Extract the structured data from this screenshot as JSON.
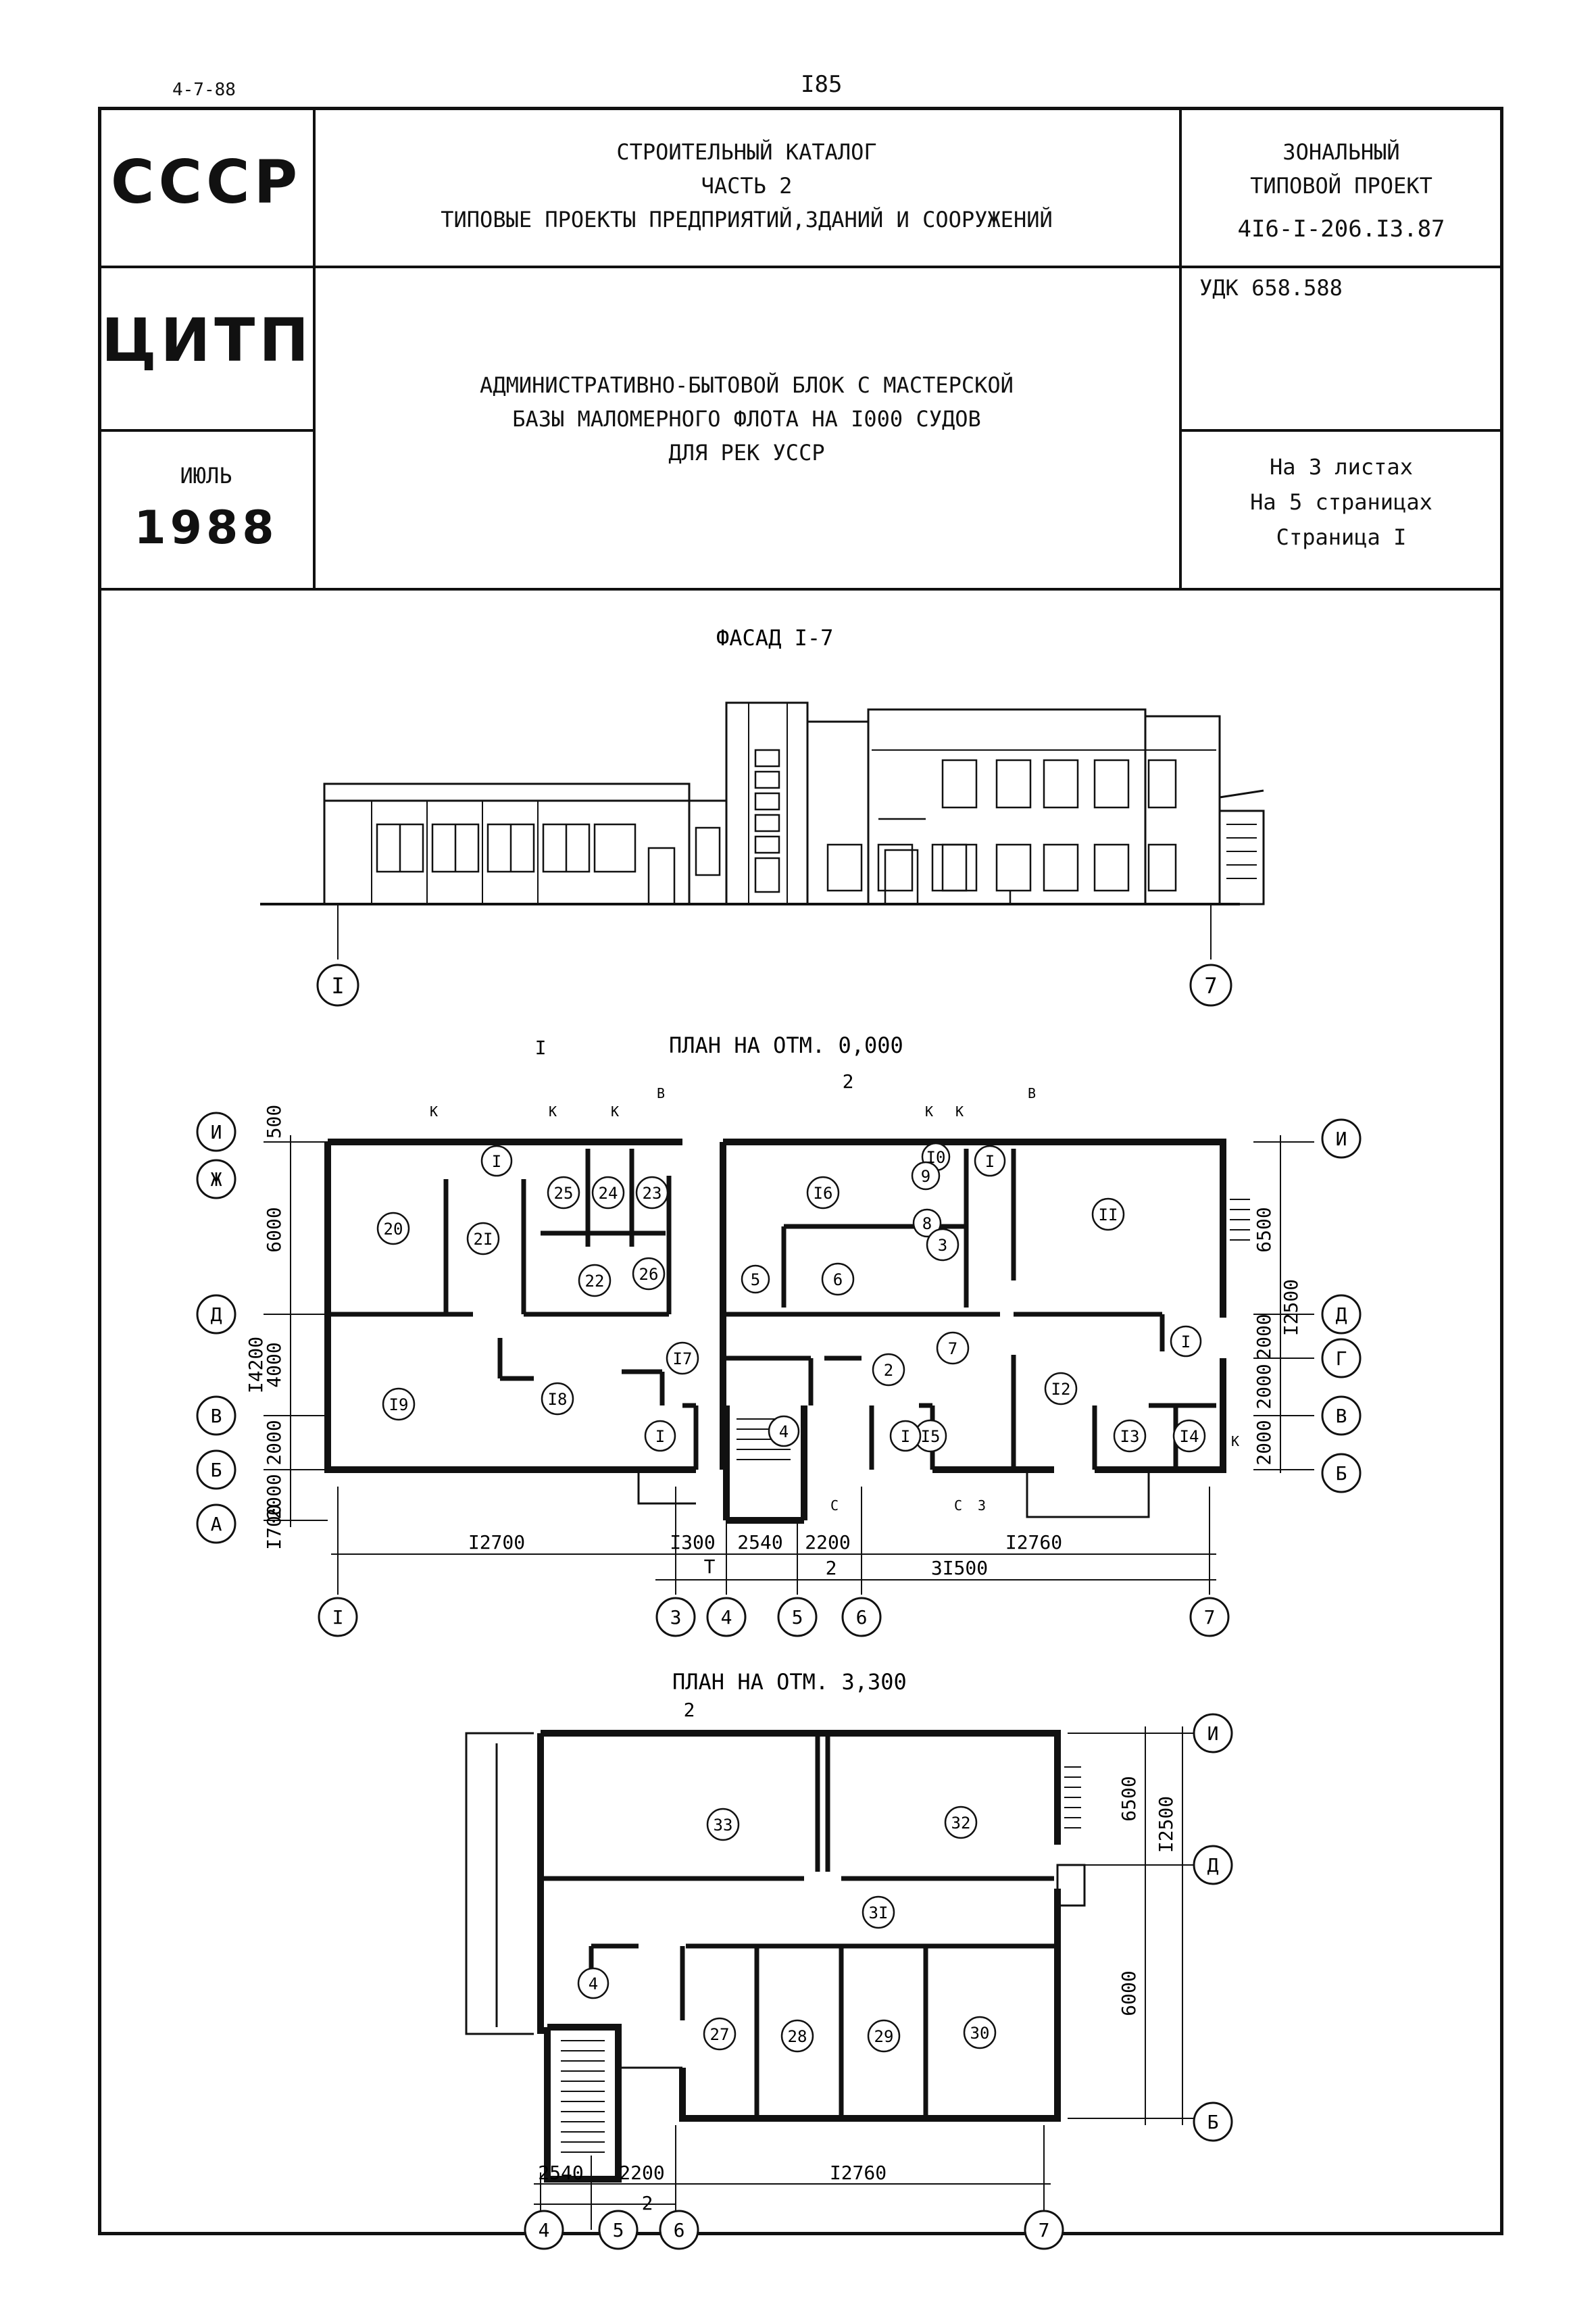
{
  "top_left_code": "4-7-88",
  "page_number": "I85",
  "header": {
    "country": "СССР",
    "org": "ЦИТП",
    "month": "ИЮЛЬ",
    "year": "1988",
    "catalog_lines": [
      "СТРОИТЕЛЬНЫЙ КАТАЛОГ",
      "ЧАСТЬ 2",
      "ТИПОВЫЕ ПРОЕКТЫ ПРЕДПРИЯТИЙ,ЗДАНИЙ И СООРУЖЕНИЙ"
    ],
    "project_type_lines": [
      "ЗОНАЛЬНЫЙ",
      "ТИПОВОЙ ПРОЕКТ"
    ],
    "project_number": "4I6-I-206.I3.87",
    "udk": "УДК 658.588",
    "title_lines": [
      "АДМИНИСТРАТИВНО-БЫТОВОЙ БЛОК С МАСТЕРСКОЙ",
      "БАЗЫ МАЛОМЕРНОГО ФЛОТА НА I000 СУДОВ",
      "ДЛЯ РЕК УССР"
    ],
    "sheets_lines": [
      "На 3 листах",
      "На 5 страницах",
      "Страница I"
    ]
  },
  "facade": {
    "title": "ФАСАД I-7",
    "axis_left": "I",
    "axis_right": "7"
  },
  "plan1": {
    "title": "ПЛАН НА ОТМ. 0,000",
    "rows": [
      "И",
      "Ж",
      "Д",
      "В",
      "Б",
      "А"
    ],
    "rows_right": [
      "И",
      "Д",
      "Г",
      "В",
      "Б"
    ],
    "left_dims": [
      "500",
      "6000",
      "I4200",
      "4000",
      "2000",
      "2000",
      "I700"
    ],
    "right_dims": [
      "6500",
      "I2500",
      "2000",
      "2000",
      "2000"
    ],
    "bottom_dims": [
      "I2700",
      "I300",
      "2540",
      "2200",
      "I2760",
      "3I500"
    ],
    "cols": [
      "I",
      "3",
      "4",
      "5",
      "6",
      "7"
    ],
    "section_marks": [
      "I",
      "2",
      "Т",
      "2"
    ],
    "rooms": [
      "20",
      "2I",
      "25",
      "24",
      "23",
      "22",
      "26",
      "I6",
      "I0",
      "9",
      "8",
      "3",
      "5",
      "6",
      "7",
      "II",
      "I9",
      "I8",
      "I7",
      "2",
      "I2",
      "I3",
      "I4",
      "4",
      "I5",
      "I",
      "I",
      "I",
      "I",
      "I"
    ],
    "letters": [
      "К",
      "К",
      "К",
      "В",
      "К",
      "К",
      "В",
      "С",
      "С",
      "З",
      "К"
    ]
  },
  "plan2": {
    "title": "ПЛАН НА ОТМ. 3,300",
    "rows": [
      "И",
      "Д",
      "Б"
    ],
    "right_dims": [
      "6500",
      "I2500",
      "6000"
    ],
    "bottom_dims": [
      "2540",
      "2200",
      "I2760"
    ],
    "cols": [
      "4",
      "5",
      "6",
      "7"
    ],
    "section_marks": [
      "2",
      "2"
    ],
    "rooms": [
      "33",
      "32",
      "3I",
      "4",
      "27",
      "28",
      "29",
      "30"
    ]
  }
}
